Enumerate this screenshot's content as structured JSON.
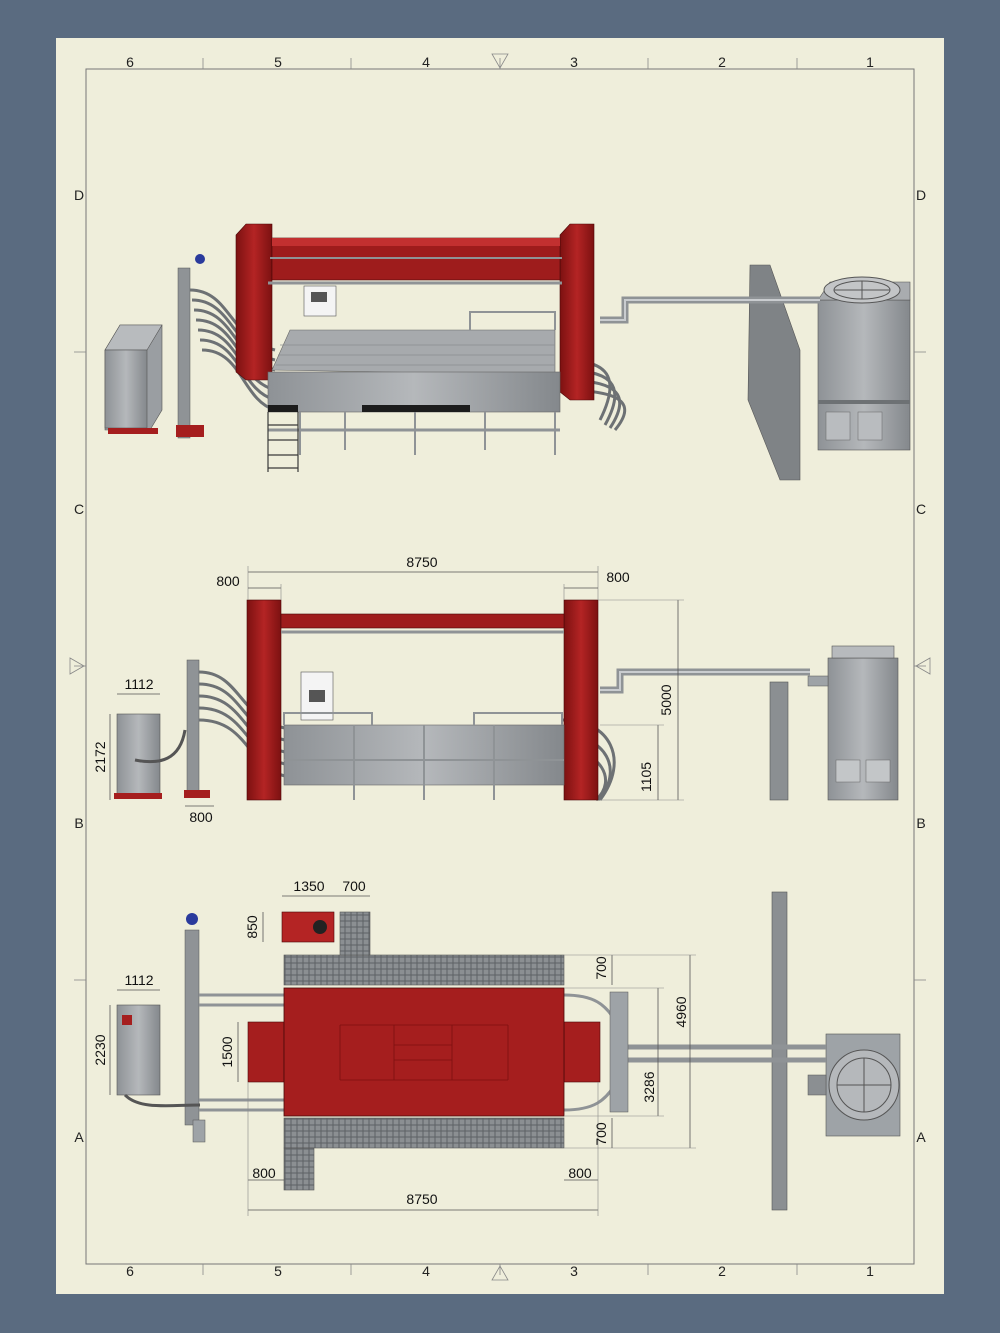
{
  "frame": {
    "col_labels": [
      "6",
      "5",
      "4",
      "3",
      "2",
      "1"
    ],
    "row_labels": [
      "D",
      "C",
      "B",
      "A"
    ]
  },
  "dims": {
    "front_total": "8750",
    "front_left": "800",
    "front_right": "800",
    "front_height": "5000",
    "front_deck": "1105",
    "front_unit_w": "1112",
    "front_unit_h": "2172",
    "front_pipe_w": "800",
    "top_panel_w": "1350",
    "top_stair_w": "700",
    "top_panel_h": "850",
    "top_unit_w": "1112",
    "top_unit_h": "2230",
    "top_tank_h": "1500",
    "top_walk_top": "700",
    "top_overall": "4960",
    "top_tank": "3286",
    "top_walk_bot": "700",
    "top_left": "800",
    "top_right": "800",
    "top_total": "8750"
  },
  "colors": {
    "machine_red": "#a51e1e",
    "steel": "#9ea3a7",
    "sheet": "#efeedb",
    "background": "#5a6b80"
  }
}
